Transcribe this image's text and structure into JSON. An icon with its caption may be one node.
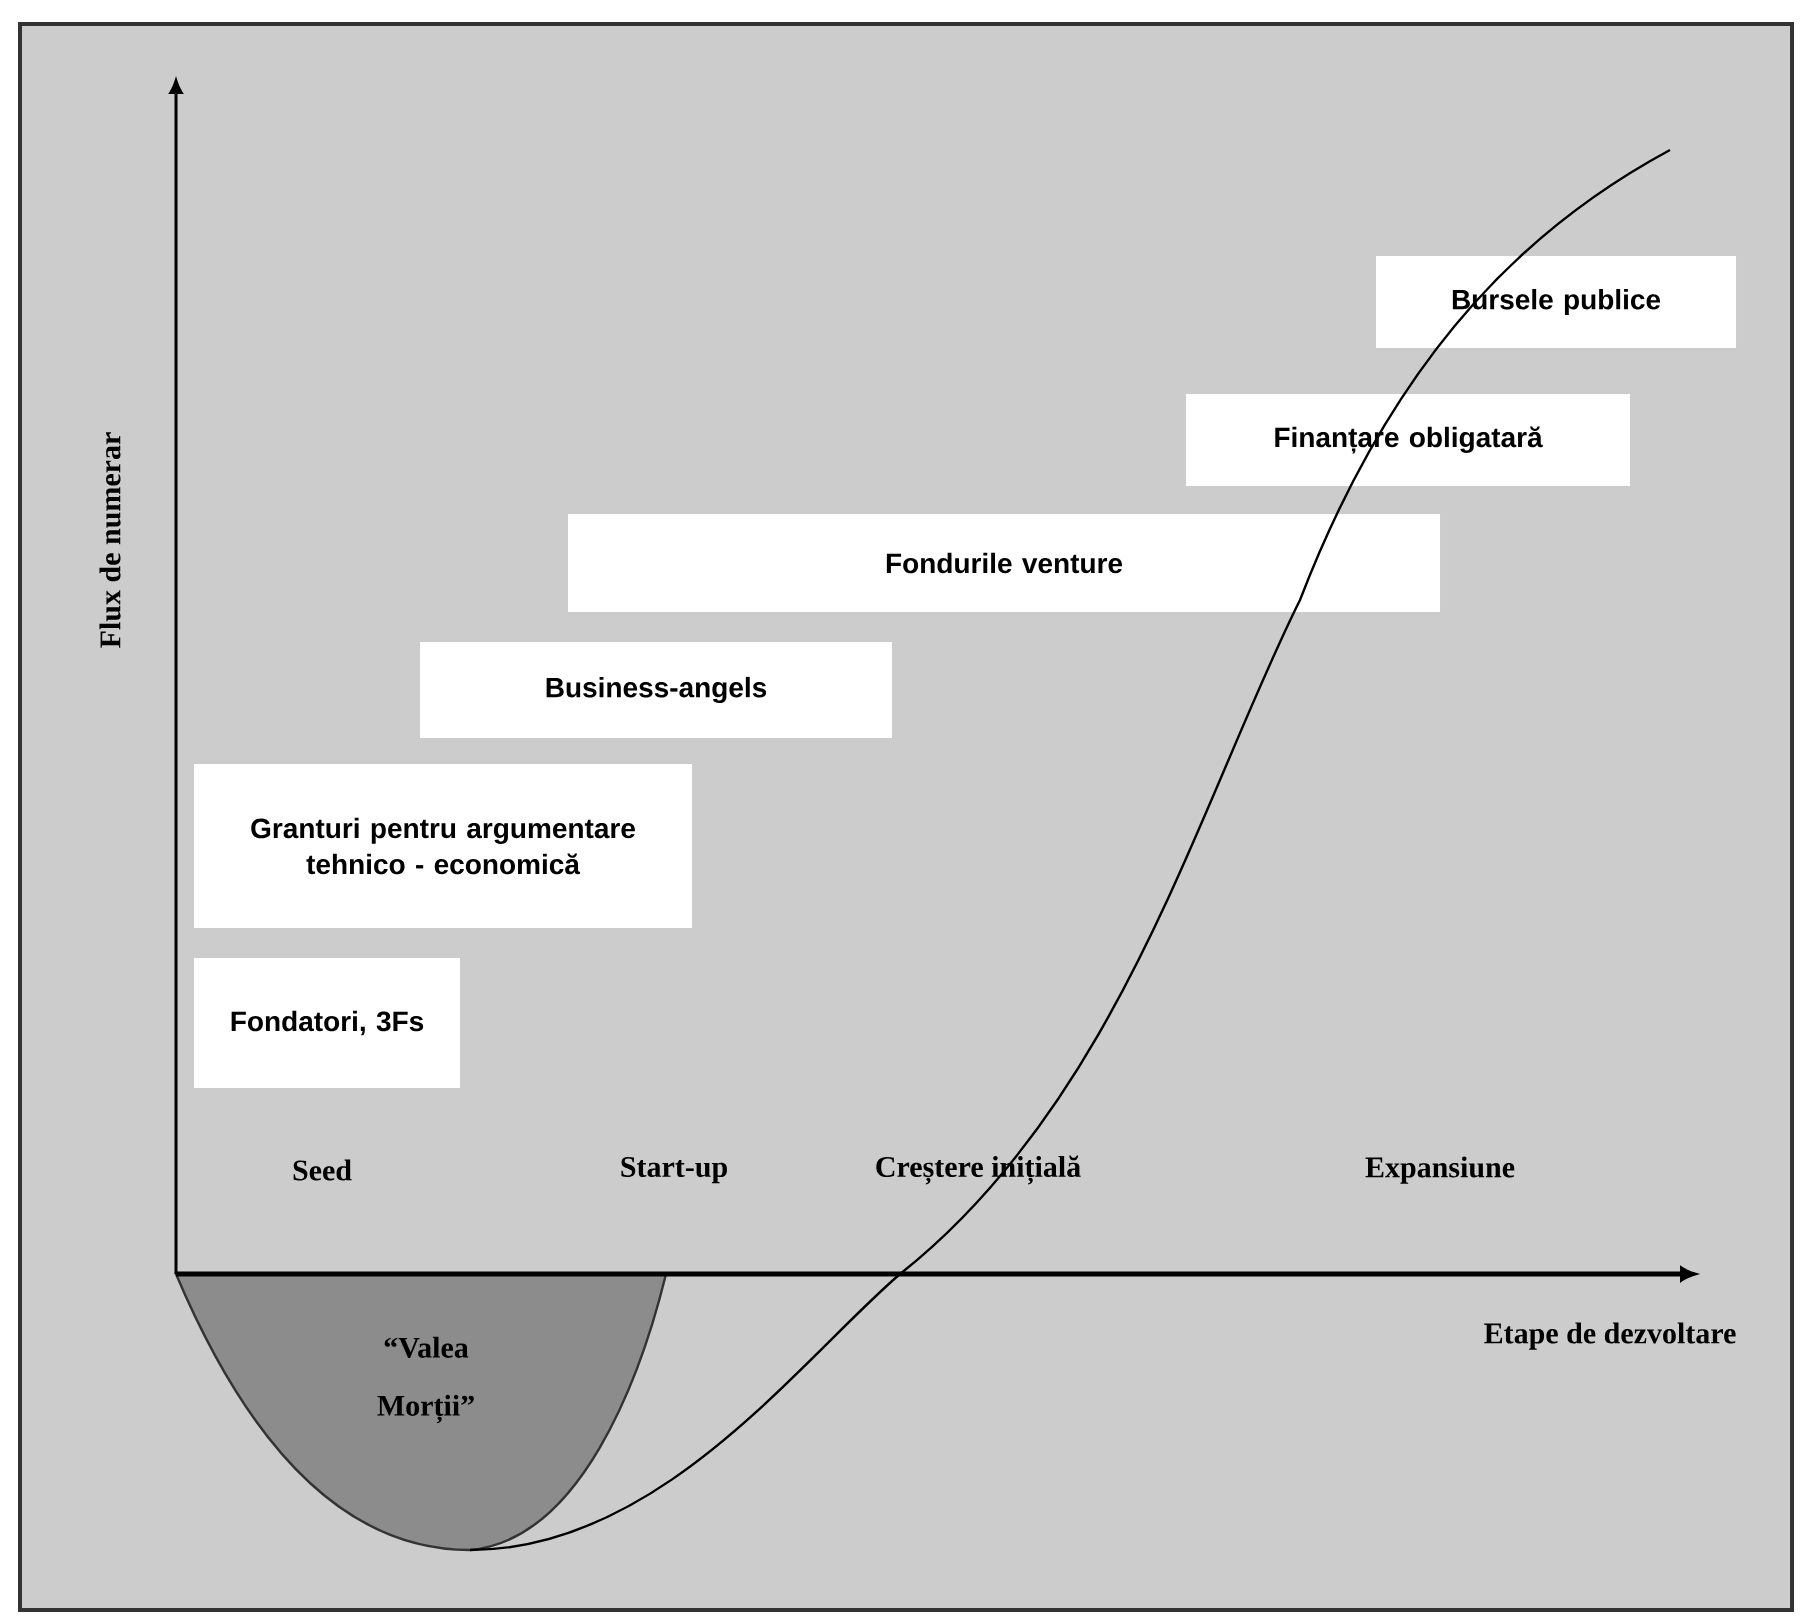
{
  "diagram": {
    "nodes": [
      {
        "text": [
          "Bursele publice"
        ]
      },
      {
        "text": [
          "Finanțare obligatară"
        ]
      },
      {
        "text": [
          "Fondurile venture"
        ]
      },
      {
        "text": [
          "Business-angels"
        ]
      },
      {
        "text": [
          "Granturi pentru argumentare tehnico - economică"
        ]
      },
      {
        "text": [
          "Fondatori, 3Fs"
        ]
      },
      {
        "text": [
          "“Valea Morții”"
        ]
      }
    ],
    "labels": [
      "Flux de numerar",
      "Seed",
      "Start-up",
      "Creștere inițială",
      "Expansiune",
      "Etape de dezvoltare"
    ]
  }
}
